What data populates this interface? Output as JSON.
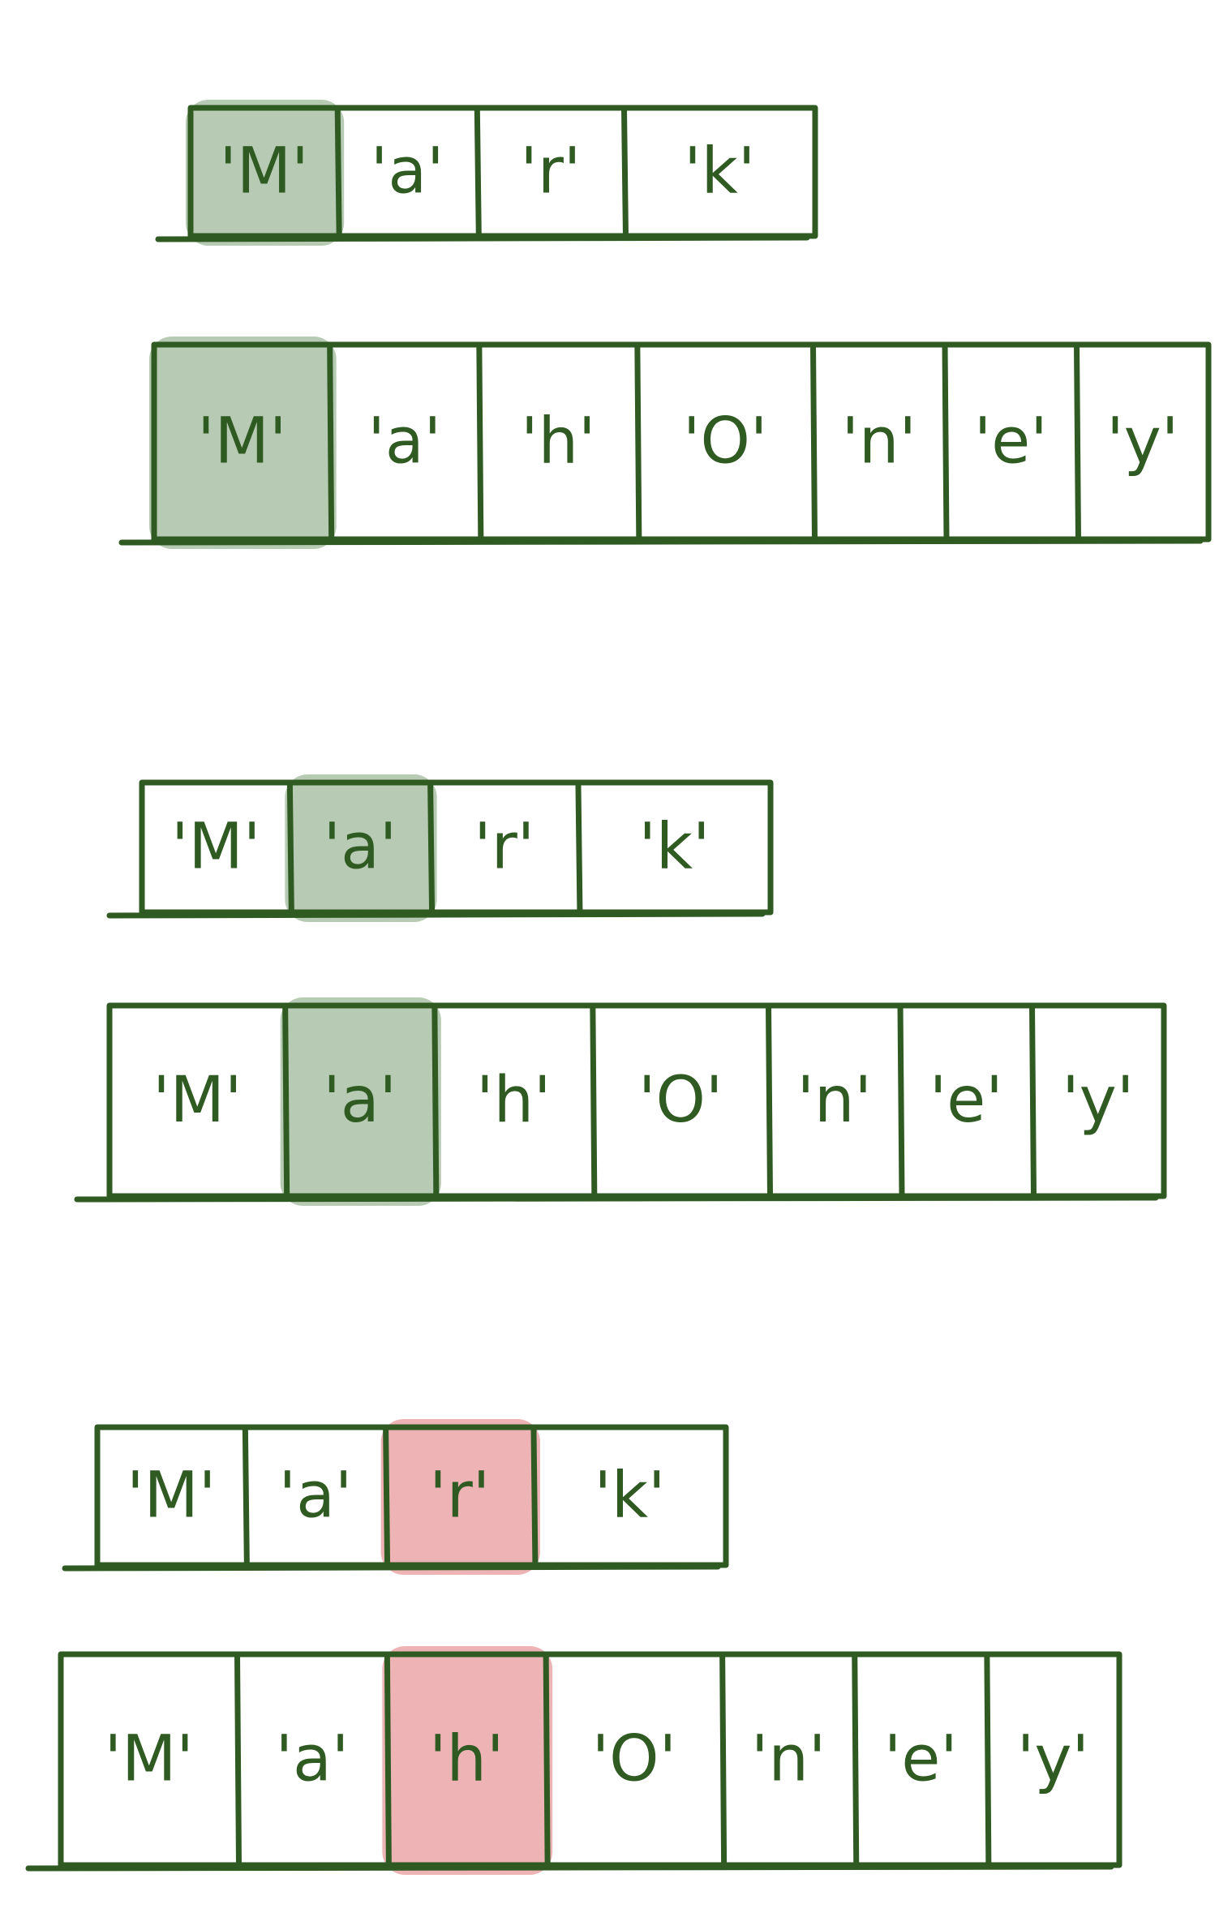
{
  "colors": {
    "ink": "#2f5a22",
    "match_highlight": "#9fb89a",
    "mismatch_highlight": "#e79a9c"
  },
  "steps": [
    {
      "status": "match",
      "highlight_index": 0,
      "words": [
        {
          "name": "mark",
          "letters": [
            "'M'",
            "'a'",
            "'r'",
            "'k'"
          ]
        },
        {
          "name": "mahoney",
          "letters": [
            "'M'",
            "'a'",
            "'h'",
            "'O'",
            "'n'",
            "'e'",
            "'y'"
          ]
        }
      ]
    },
    {
      "status": "match",
      "highlight_index": 1,
      "words": [
        {
          "name": "mark",
          "letters": [
            "'M'",
            "'a'",
            "'r'",
            "'k'"
          ]
        },
        {
          "name": "mahoney",
          "letters": [
            "'M'",
            "'a'",
            "'h'",
            "'O'",
            "'n'",
            "'e'",
            "'y'"
          ]
        }
      ]
    },
    {
      "status": "mismatch",
      "highlight_index": 2,
      "words": [
        {
          "name": "mark",
          "letters": [
            "'M'",
            "'a'",
            "'r'",
            "'k'"
          ]
        },
        {
          "name": "mahoney",
          "letters": [
            "'M'",
            "'a'",
            "'h'",
            "'O'",
            "'n'",
            "'e'",
            "'y'"
          ]
        }
      ]
    }
  ]
}
